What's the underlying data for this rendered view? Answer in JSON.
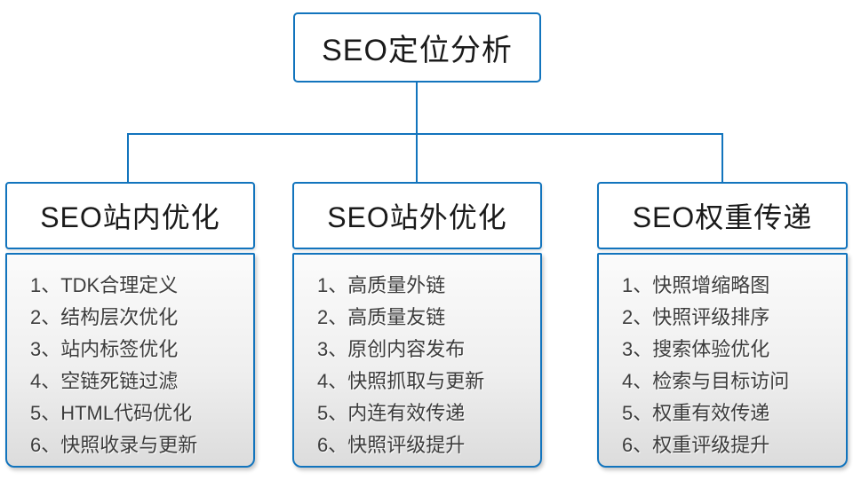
{
  "diagram": {
    "root": {
      "title": "SEO定位分析"
    },
    "columns": [
      {
        "title": "SEO站内优化",
        "items": [
          "1、TDK合理定义",
          "2、结构层次优化",
          "3、站内标签优化",
          "4、空链死链过滤",
          "5、HTML代码优化",
          "6、快照收录与更新"
        ]
      },
      {
        "title": "SEO站外优化",
        "items": [
          "1、高质量外链",
          "2、高质量友链",
          "3、原创内容发布",
          "4、快照抓取与更新",
          "5、内连有效传递",
          "6、快照评级提升"
        ]
      },
      {
        "title": "SEO权重传递",
        "items": [
          "1、快照增缩略图",
          "2、快照评级排序",
          "3、搜索体验优化",
          "4、检索与目标访问",
          "5、权重有效传递",
          "6、权重评级提升"
        ]
      }
    ],
    "colors": {
      "connector_and_border": "#1274bd",
      "header_text": "#1a1a1a",
      "item_text": "#3c3c3c",
      "panel_gradient_top": "#fbfbfb",
      "panel_gradient_bottom": "#dcdcdc",
      "background": "#ffffff"
    }
  }
}
